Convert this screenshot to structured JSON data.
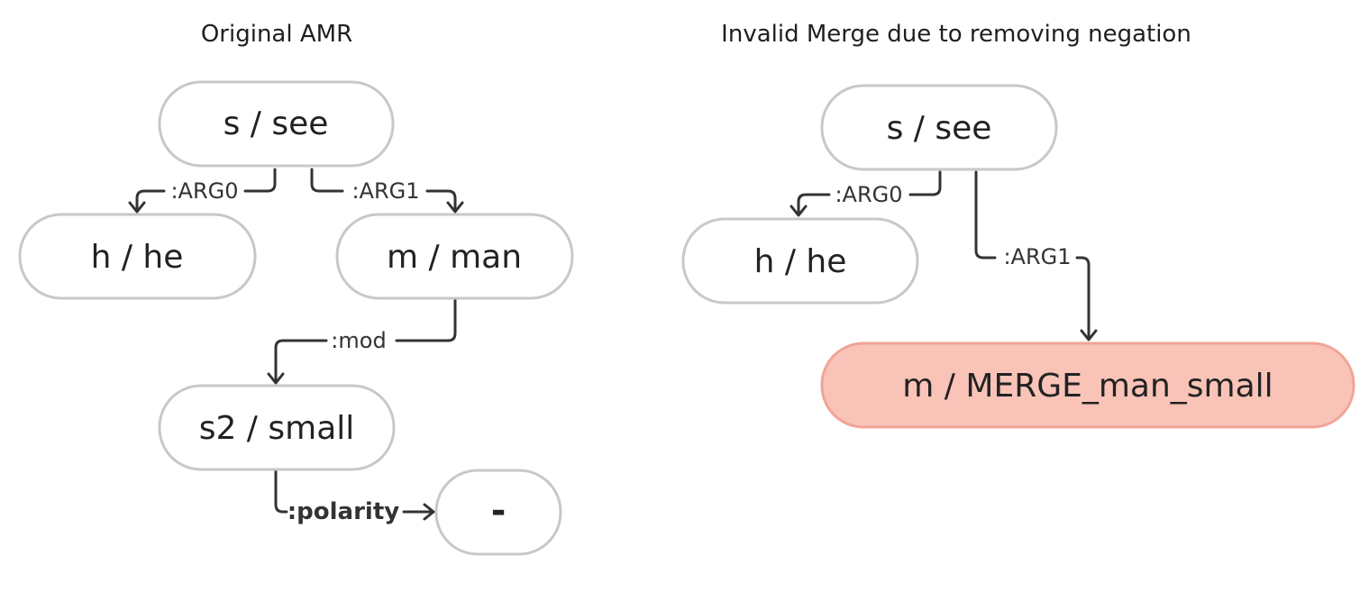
{
  "panels": {
    "left": {
      "title": "Original AMR",
      "nodes": {
        "see": "s / see",
        "he": "h / he",
        "man": "m / man",
        "small": "s2 / small",
        "neg": "-"
      },
      "edges": {
        "arg0": ":ARG0",
        "arg1": ":ARG1",
        "mod": ":mod",
        "polarity": ":polarity"
      }
    },
    "right": {
      "title": "Invalid Merge due to removing negation",
      "nodes": {
        "see": "s / see",
        "he": "h / he",
        "merged": "m / MERGE_man_small"
      },
      "edges": {
        "arg0": ":ARG0",
        "arg1": ":ARG1"
      }
    }
  },
  "colors": {
    "node_fill": "#ffffff",
    "node_border": "#c8c8c8",
    "merged_fill": "#f9c3b8",
    "merged_border": "#f0a597",
    "edge": "#333333"
  }
}
